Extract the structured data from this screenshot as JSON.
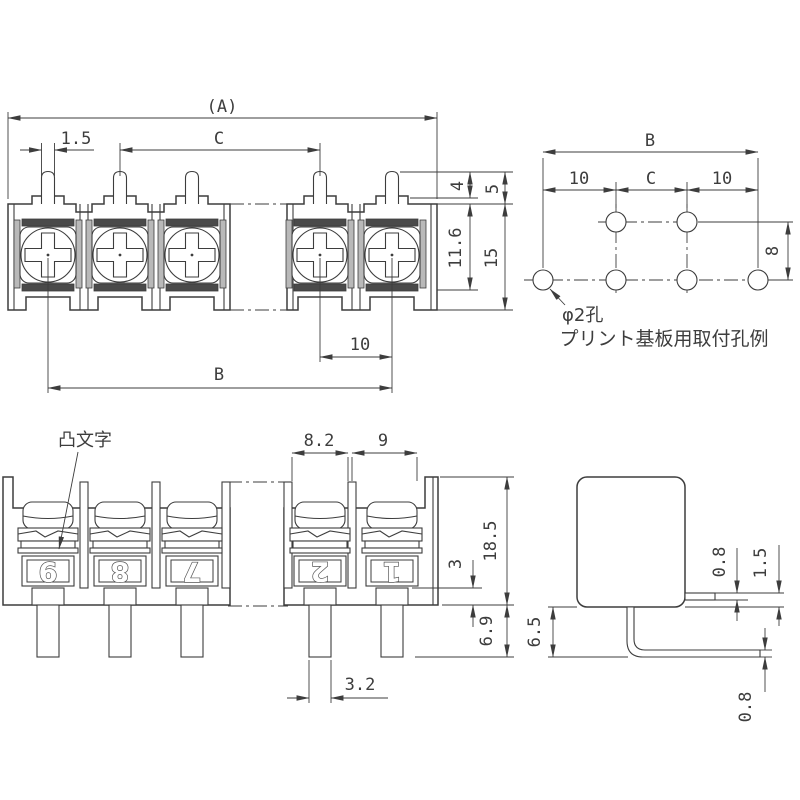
{
  "colors": {
    "line": "#3d3d3d",
    "dark_fill": "#4a4a4a",
    "gray_fill": "#b9b9b9",
    "background": "#ffffff"
  },
  "front_view": {
    "dims": {
      "overall_width": "(A)",
      "pin_offset": "1.5",
      "screw_span": "C",
      "pin_height_to_step": "4",
      "pin_height": "5",
      "upper_body_depth": "11.6",
      "body_height": "15",
      "terminal_pitch": "10",
      "mounting_span": "B"
    }
  },
  "pcb_view": {
    "dims": {
      "overall_span": "B",
      "left_pitch": "10",
      "center_span": "C",
      "right_pitch": "10",
      "row_spacing": "8"
    },
    "hole_label": "φ2孔",
    "caption": "プリント基板用取付孔例"
  },
  "back_view": {
    "emboss_label": "凸文字",
    "dims": {
      "terminal_opening_width": "8.2",
      "end_terminal_width": "9",
      "body_height": "18.5",
      "base_step_height": "3",
      "pin_length": "6.9",
      "pin_width": "3.2"
    },
    "terminal_numbers": [
      "9",
      "8",
      "7",
      "2",
      "1"
    ]
  },
  "side_view": {
    "dims": {
      "tab_thickness": "0.8",
      "tab_to_bottom": "1.5",
      "lead_drop": "6.5",
      "lead_thickness": "0.8"
    }
  }
}
